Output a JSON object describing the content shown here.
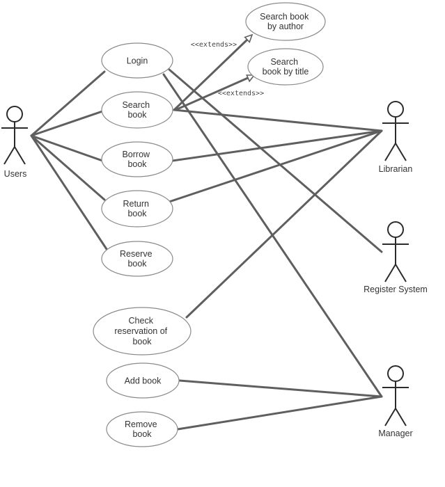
{
  "actors": {
    "users": "Users",
    "librarian": "Librarian",
    "register_system": "Register System",
    "manager": "Manager"
  },
  "use_cases": {
    "login": [
      "Login"
    ],
    "search_book": [
      "Search",
      "book"
    ],
    "borrow_book": [
      "Borrow",
      "book"
    ],
    "return_book": [
      "Return",
      "book"
    ],
    "reserve_book": [
      "Reserve",
      "book"
    ],
    "check_reservation": [
      "Check",
      "reservation of",
      "book"
    ],
    "add_book": [
      "Add book"
    ],
    "remove_book": [
      "Remove",
      "book"
    ],
    "search_by_author": [
      "Search book",
      "by author"
    ],
    "search_by_title": [
      "Search",
      "book by title"
    ]
  },
  "relations": {
    "extends_author": "<<extends>>",
    "extends_title": "<<extends>>"
  }
}
